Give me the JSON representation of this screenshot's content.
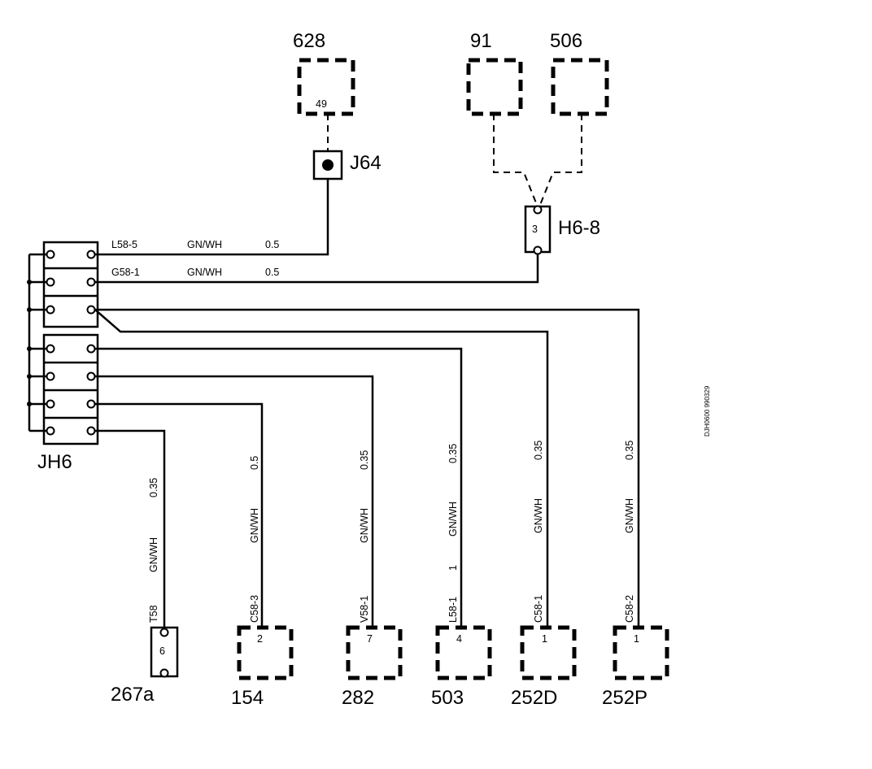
{
  "components": {
    "c628": {
      "name": "628",
      "pin": "49"
    },
    "c91": {
      "name": "91"
    },
    "c506": {
      "name": "506"
    },
    "j64": {
      "name": "J64"
    },
    "h68": {
      "name": "H6-8",
      "pin": "3"
    },
    "jh6": {
      "name": "JH6"
    },
    "c267a": {
      "name": "267a",
      "pin": "6"
    },
    "c154": {
      "name": "154",
      "pin": "2"
    },
    "c282": {
      "name": "282",
      "pin": "7"
    },
    "c503": {
      "name": "503",
      "pin": "4"
    },
    "c252d": {
      "name": "252D",
      "pin": "1"
    },
    "c252p": {
      "name": "252P",
      "pin": "1"
    }
  },
  "wires": {
    "w1": {
      "id": "L58-5",
      "color": "GN/WH",
      "size": "0.5"
    },
    "w2": {
      "id": "G58-1",
      "color": "GN/WH",
      "size": "0.5"
    },
    "w267a": {
      "id": "T58",
      "color": "GN/WH",
      "size": "0.35"
    },
    "w154": {
      "id": "C58-3",
      "color": "GN/WH",
      "size": "0.5"
    },
    "w282": {
      "id": "V58-1",
      "color": "GN/WH",
      "size": "0.35"
    },
    "w503": {
      "id": "L58-1",
      "color": "GN/WH",
      "size": "0.35",
      "extra": "1"
    },
    "w252d": {
      "id": "C58-1",
      "color": "GN/WH",
      "size": "0.35"
    },
    "w252p": {
      "id": "C58-2",
      "color": "GN/WH",
      "size": "0.35"
    }
  },
  "drawing_code": "DJH0600 990329"
}
